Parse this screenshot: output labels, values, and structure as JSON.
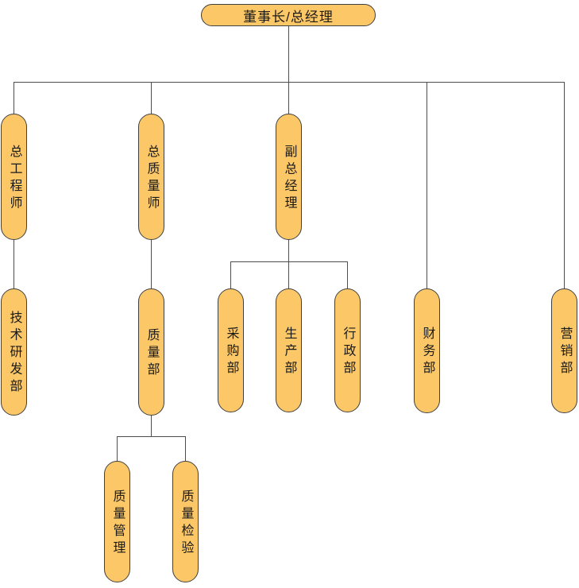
{
  "org": {
    "nodes": {
      "root": {
        "label": "董事长/总经理"
      },
      "chief_engineer": {
        "label": "总工程师",
        "reports_to": "root"
      },
      "chief_quality": {
        "label": "总质量师",
        "reports_to": "root"
      },
      "deputy_gm": {
        "label": "副总经理",
        "reports_to": "root"
      },
      "finance": {
        "label": "财务部",
        "reports_to": "root"
      },
      "marketing": {
        "label": "营销部",
        "reports_to": "root"
      },
      "tech_rd": {
        "label": "技术研发部",
        "reports_to": "chief_engineer"
      },
      "quality_dept": {
        "label": "质量部",
        "reports_to": "chief_quality"
      },
      "procurement": {
        "label": "采购部",
        "reports_to": "deputy_gm"
      },
      "production": {
        "label": "生产部",
        "reports_to": "deputy_gm"
      },
      "admin_dept": {
        "label": "行政部",
        "reports_to": "deputy_gm"
      },
      "quality_mgmt": {
        "label": "质量管理",
        "reports_to": "quality_dept"
      },
      "quality_inspect": {
        "label": "质量检验",
        "reports_to": "quality_dept"
      }
    }
  },
  "colors": {
    "node_fill": "#FBC767",
    "node_border": "#404040",
    "connector": "#4D4D4D",
    "text": "#1A1A1A",
    "background": "#FFFFFF"
  }
}
